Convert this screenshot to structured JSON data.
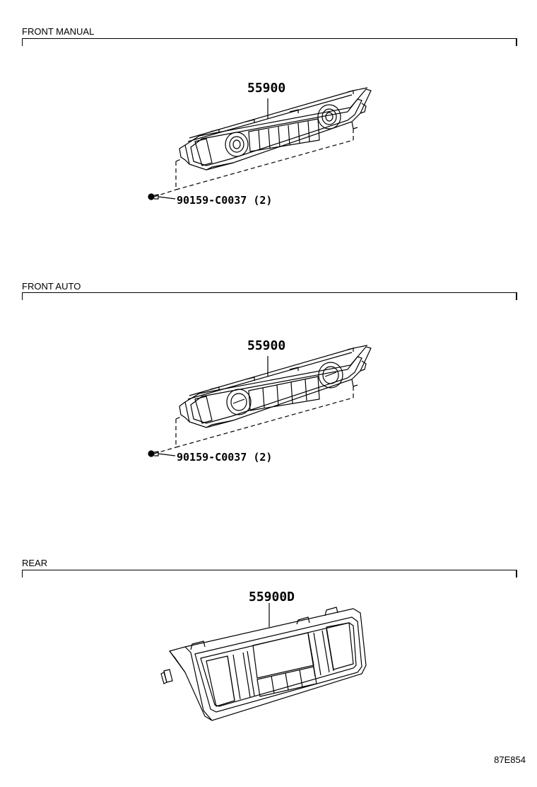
{
  "sections": [
    {
      "title": "FRONT MANUAL",
      "part_number": "55900",
      "screw_label": "90159-C0037 (2)"
    },
    {
      "title": "FRONT AUTO",
      "part_number": "55900",
      "screw_label": "90159-C0037 (2)"
    },
    {
      "title": "REAR",
      "part_number": "55900D"
    }
  ],
  "diagram_id": "87E854"
}
